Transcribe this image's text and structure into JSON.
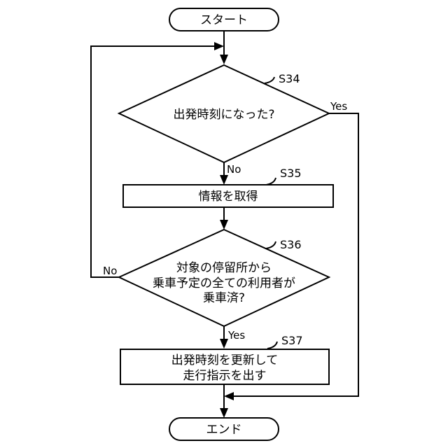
{
  "nodes": {
    "start": {
      "text": "スタート"
    },
    "s34": {
      "label": "S34",
      "text": "出発時刻になった?"
    },
    "s35": {
      "label": "S35",
      "text": "情報を取得"
    },
    "s36": {
      "label": "S36",
      "line1": "対象の停留所から",
      "line2": "乗車予定の全ての利用者が",
      "line3": "乗車済?"
    },
    "s37": {
      "label": "S37",
      "line1": "出発時刻を更新して",
      "line2": "走行指示を出す"
    },
    "end": {
      "text": "エンド"
    }
  },
  "branches": {
    "s34_yes": "Yes",
    "s34_no": "No",
    "s36_no": "No",
    "s36_yes": "Yes"
  },
  "colors": {
    "stroke": "#000000",
    "background": "#ffffff"
  }
}
